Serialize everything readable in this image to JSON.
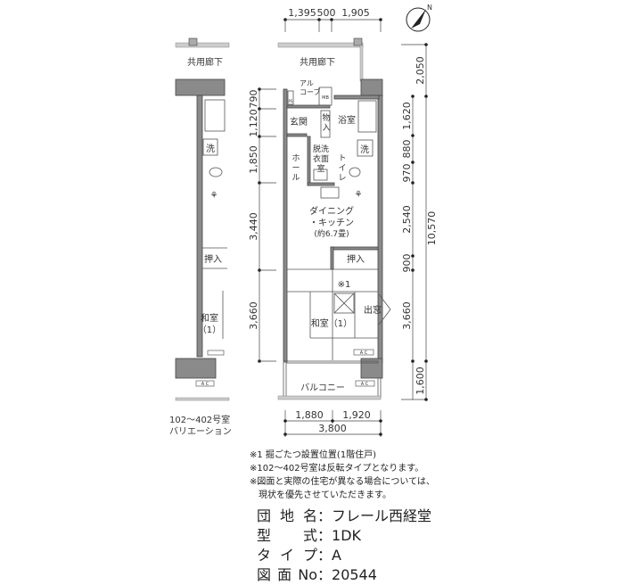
{
  "dimensions": {
    "top": [
      "1,395",
      "500",
      "1,905"
    ],
    "left": [
      "790",
      "1,120",
      "1,850",
      "3,440",
      "3,660"
    ],
    "right": [
      "2,050",
      "1,620",
      "880",
      "970",
      "2,540",
      "900",
      "3,660",
      "1,600"
    ],
    "right_total": "10,570",
    "bottom": [
      "1,880",
      "1,920"
    ],
    "bottom_total": "3,800"
  },
  "compass": {
    "label": "N"
  },
  "rooms": {
    "corridor": "共用廊下",
    "alcove_1": "アル",
    "alcove_2": "コーブ",
    "mb": "MB",
    "ps": "PS",
    "entrance": "玄関",
    "storage_1": "物",
    "storage_2": "入",
    "bath": "浴室",
    "washroom_1": "脱洗",
    "washroom_2": "衣面",
    "washroom_3": "室",
    "wash": "洗",
    "hall_1": "ホ",
    "hall_2": "ー",
    "hall_3": "ル",
    "toilet_1": "ト",
    "toilet_2": "イ",
    "toilet_3": "レ",
    "dk_1": "ダイニング",
    "dk_2": "・キッチン",
    "dk_3": "(約6.7畳)",
    "closet": "押入",
    "note_mark": "※1",
    "bay_window": "出窓",
    "washitsu": "和室（1）",
    "washitsu_a": "和室",
    "washitsu_b": "（1）",
    "balcony": "バルコニー",
    "ac": "A C"
  },
  "variation": {
    "line1": "102〜402号室",
    "line2": "バリエーション"
  },
  "notes": [
    "※1 掘ごたつ設置位置(1階住戸)",
    "※102〜402号室は反転タイプとなります。",
    "※図面と実際の住宅が異なる場合については、",
    "　現状を優先させていただきます。"
  ],
  "info": [
    {
      "label": "団地名",
      "value": "フレール西経堂"
    },
    {
      "label": "型式",
      "value": "1DK"
    },
    {
      "label": "タイプ",
      "value": "A"
    },
    {
      "label": "図面No",
      "value": "20544"
    }
  ]
}
